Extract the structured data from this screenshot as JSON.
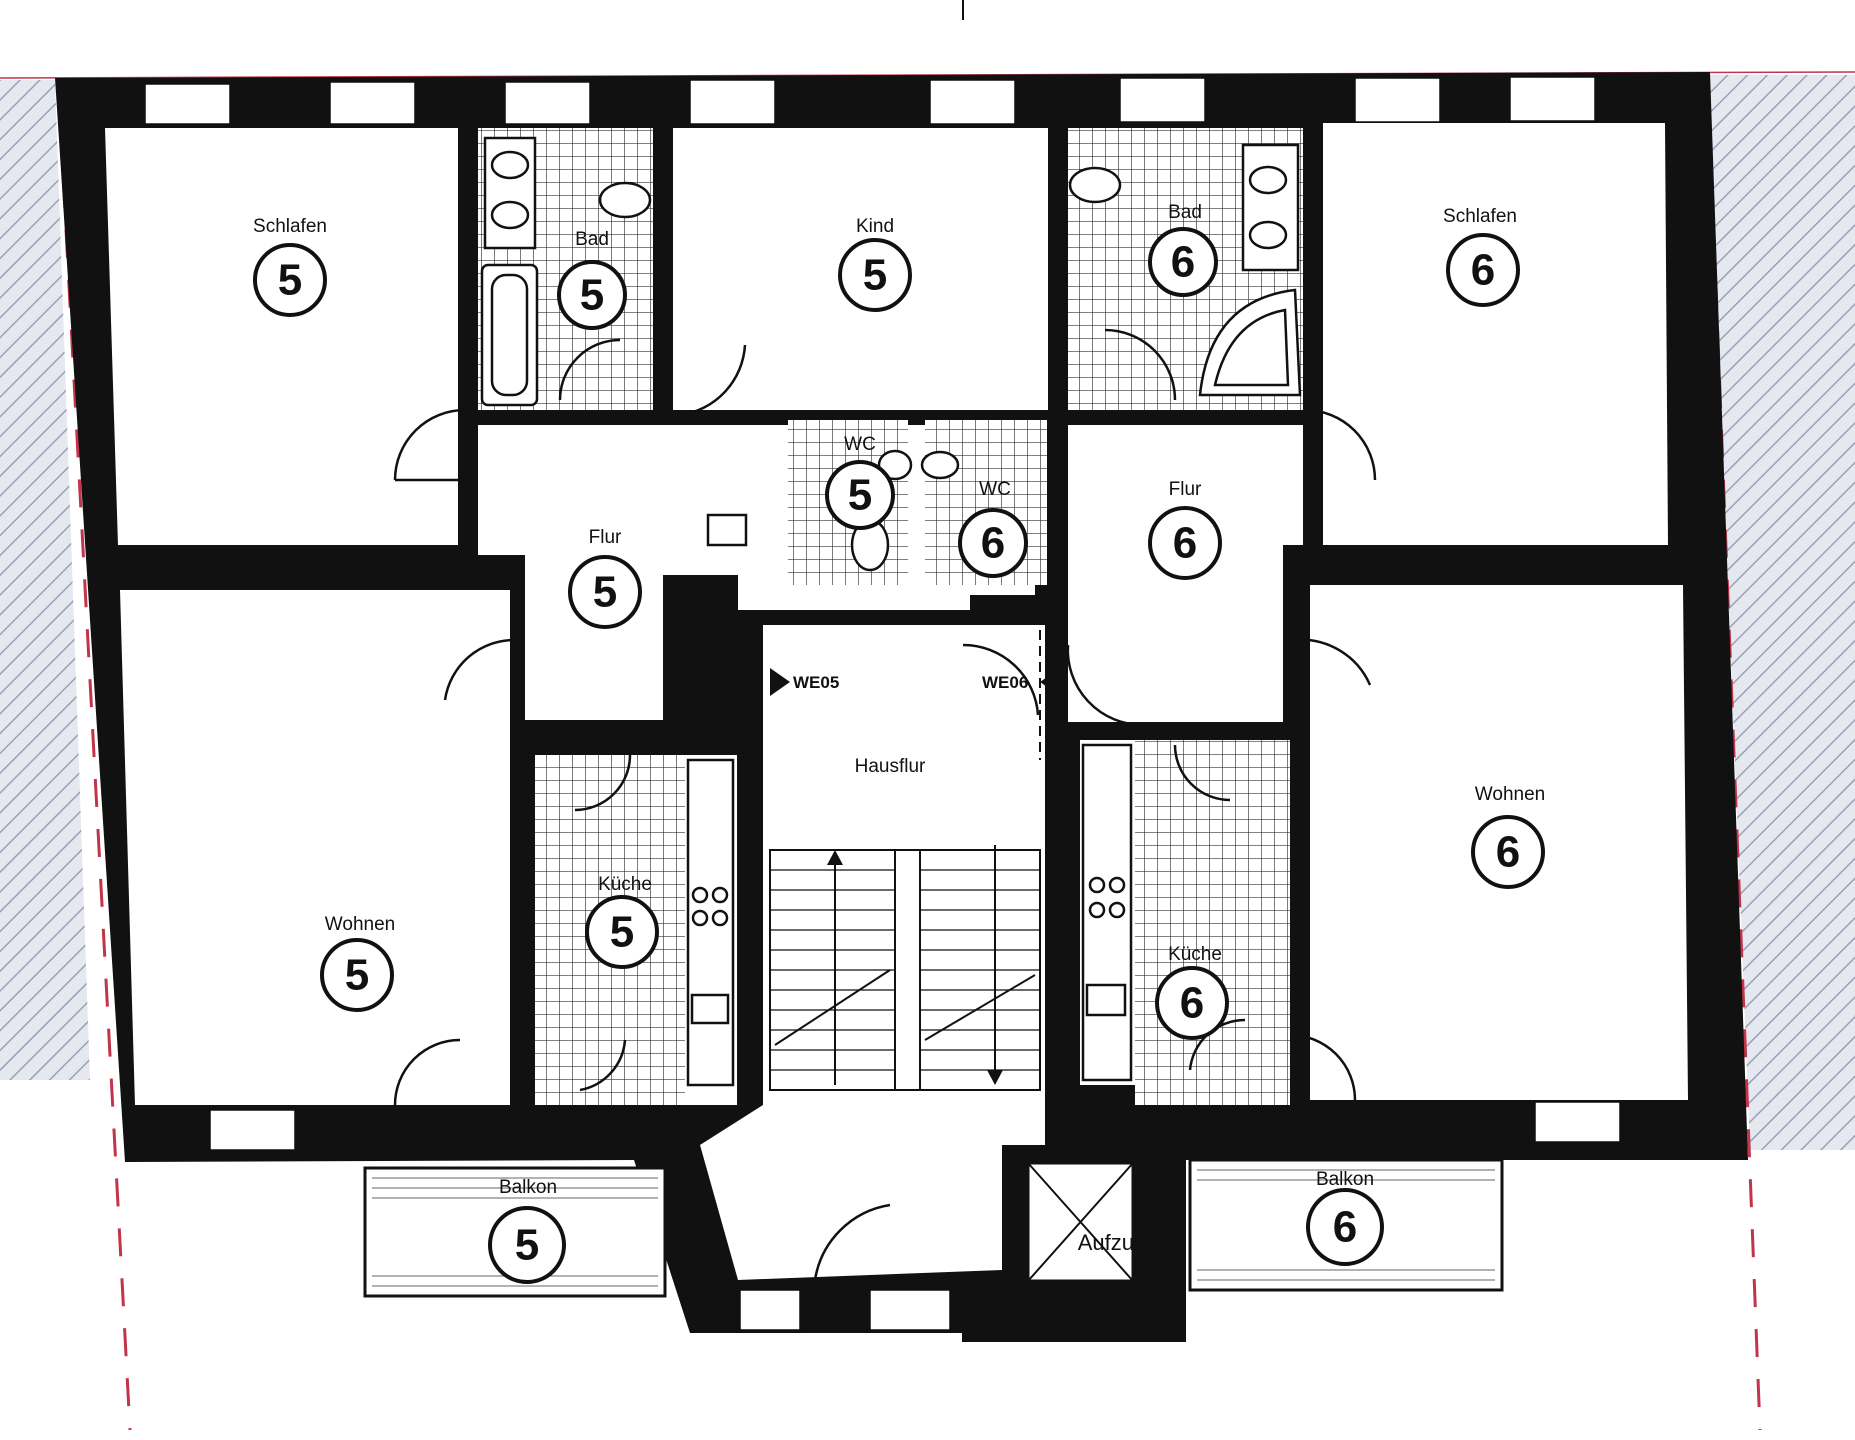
{
  "rooms": [
    {
      "id": "schlafen-5",
      "label": "Schlafen",
      "unit": "5"
    },
    {
      "id": "bad-5",
      "label": "Bad",
      "unit": "5"
    },
    {
      "id": "kind-5",
      "label": "Kind",
      "unit": "5"
    },
    {
      "id": "bad-6",
      "label": "Bad",
      "unit": "6"
    },
    {
      "id": "schlafen-6",
      "label": "Schlafen",
      "unit": "6"
    },
    {
      "id": "wc-5",
      "label": "WC",
      "unit": "5"
    },
    {
      "id": "wc-6",
      "label": "WC",
      "unit": "6"
    },
    {
      "id": "flur-5",
      "label": "Flur",
      "unit": "5"
    },
    {
      "id": "flur-6",
      "label": "Flur",
      "unit": "6"
    },
    {
      "id": "wohnen-5",
      "label": "Wohnen",
      "unit": "5"
    },
    {
      "id": "kueche-5",
      "label": "Küche",
      "unit": "5"
    },
    {
      "id": "hausflur",
      "label": "Hausflur",
      "unit": ""
    },
    {
      "id": "kueche-6",
      "label": "Küche",
      "unit": "6"
    },
    {
      "id": "wohnen-6",
      "label": "Wohnen",
      "unit": "6"
    },
    {
      "id": "balkon-5",
      "label": "Balkon",
      "unit": "5"
    },
    {
      "id": "balkon-6",
      "label": "Balkon",
      "unit": "6"
    }
  ],
  "markers": {
    "we05": "WE05",
    "we06": "WE06"
  },
  "elevator": "Aufzug",
  "colors": {
    "wall": "#111111",
    "boundary_line": "#c2344a",
    "hatch": "#9aa0b8"
  }
}
